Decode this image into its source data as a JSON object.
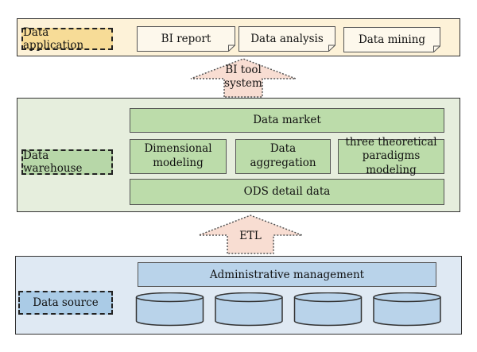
{
  "application_layer": {
    "label": "Data application",
    "items": [
      "BI report",
      "Data analysis",
      "Data mining"
    ]
  },
  "arrow_bi": {
    "line1": "BI tool",
    "line2": "system"
  },
  "warehouse_layer": {
    "label": "Data warehouse",
    "data_market": "Data market",
    "dimensional_line1": "Dimensional",
    "dimensional_line2": "modeling",
    "aggregation": "Data aggregation",
    "three_line1": "three theoretical",
    "three_line2": "paradigms modeling",
    "ods": "ODS detail data"
  },
  "arrow_etl": {
    "label": "ETL"
  },
  "source_layer": {
    "label": "Data source",
    "admin": "Administrative management",
    "database_count": 4
  },
  "colors": {
    "app_bg": "#fdf2d8",
    "app_label": "#f7dc97",
    "warehouse_bg": "#e6eedd",
    "warehouse_box": "#bcdcaa",
    "source_bg": "#dfe9f3",
    "source_box": "#b9d3ea",
    "arrow_fill": "#f8ddd2"
  }
}
